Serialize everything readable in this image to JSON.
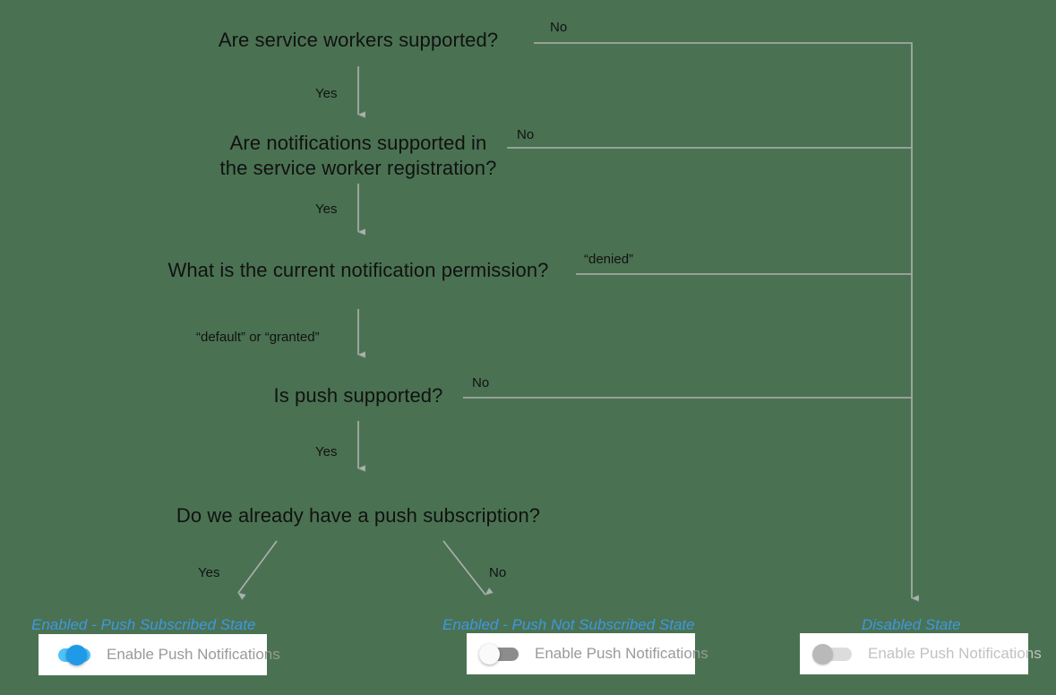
{
  "diagram": {
    "background_color": "#4a7252",
    "edge_color": "#b0b0b0",
    "node_text_color": "#111111",
    "state_label_color": "#3f97e0"
  },
  "nodes": [
    {
      "id": "sw-support",
      "text": "Are service workers supported?"
    },
    {
      "id": "notif-support-1",
      "text": "Are notifications supported in"
    },
    {
      "id": "notif-support-2",
      "text": "the service worker registration?"
    },
    {
      "id": "permission",
      "text": "What is the current notification permission?"
    },
    {
      "id": "push-support",
      "text": "Is push supported?"
    },
    {
      "id": "have-sub",
      "text": "Do we already have a push subscription?"
    }
  ],
  "edge_labels": [
    {
      "id": "no-1",
      "text": "No"
    },
    {
      "id": "yes-1",
      "text": "Yes"
    },
    {
      "id": "no-2",
      "text": "No"
    },
    {
      "id": "yes-2",
      "text": "Yes"
    },
    {
      "id": "denied",
      "text": "“denied”"
    },
    {
      "id": "default-granted",
      "text": "“default” or “granted”"
    },
    {
      "id": "no-3",
      "text": "No"
    },
    {
      "id": "yes-3",
      "text": "Yes"
    },
    {
      "id": "yes-4",
      "text": "Yes"
    },
    {
      "id": "no-4",
      "text": "No"
    }
  ],
  "states": [
    {
      "id": "enabled-subscribed",
      "label": "Enabled - Push Subscribed State",
      "toggle": {
        "state": "on",
        "text": "Enable Push Notifications"
      }
    },
    {
      "id": "enabled-not-subscribed",
      "label": "Enabled - Push Not Subscribed State",
      "toggle": {
        "state": "off",
        "text": "Enable Push Notifications"
      }
    },
    {
      "id": "disabled",
      "label": "Disabled State",
      "toggle": {
        "state": "disabled",
        "text": "Enable Push Notifications"
      }
    }
  ]
}
